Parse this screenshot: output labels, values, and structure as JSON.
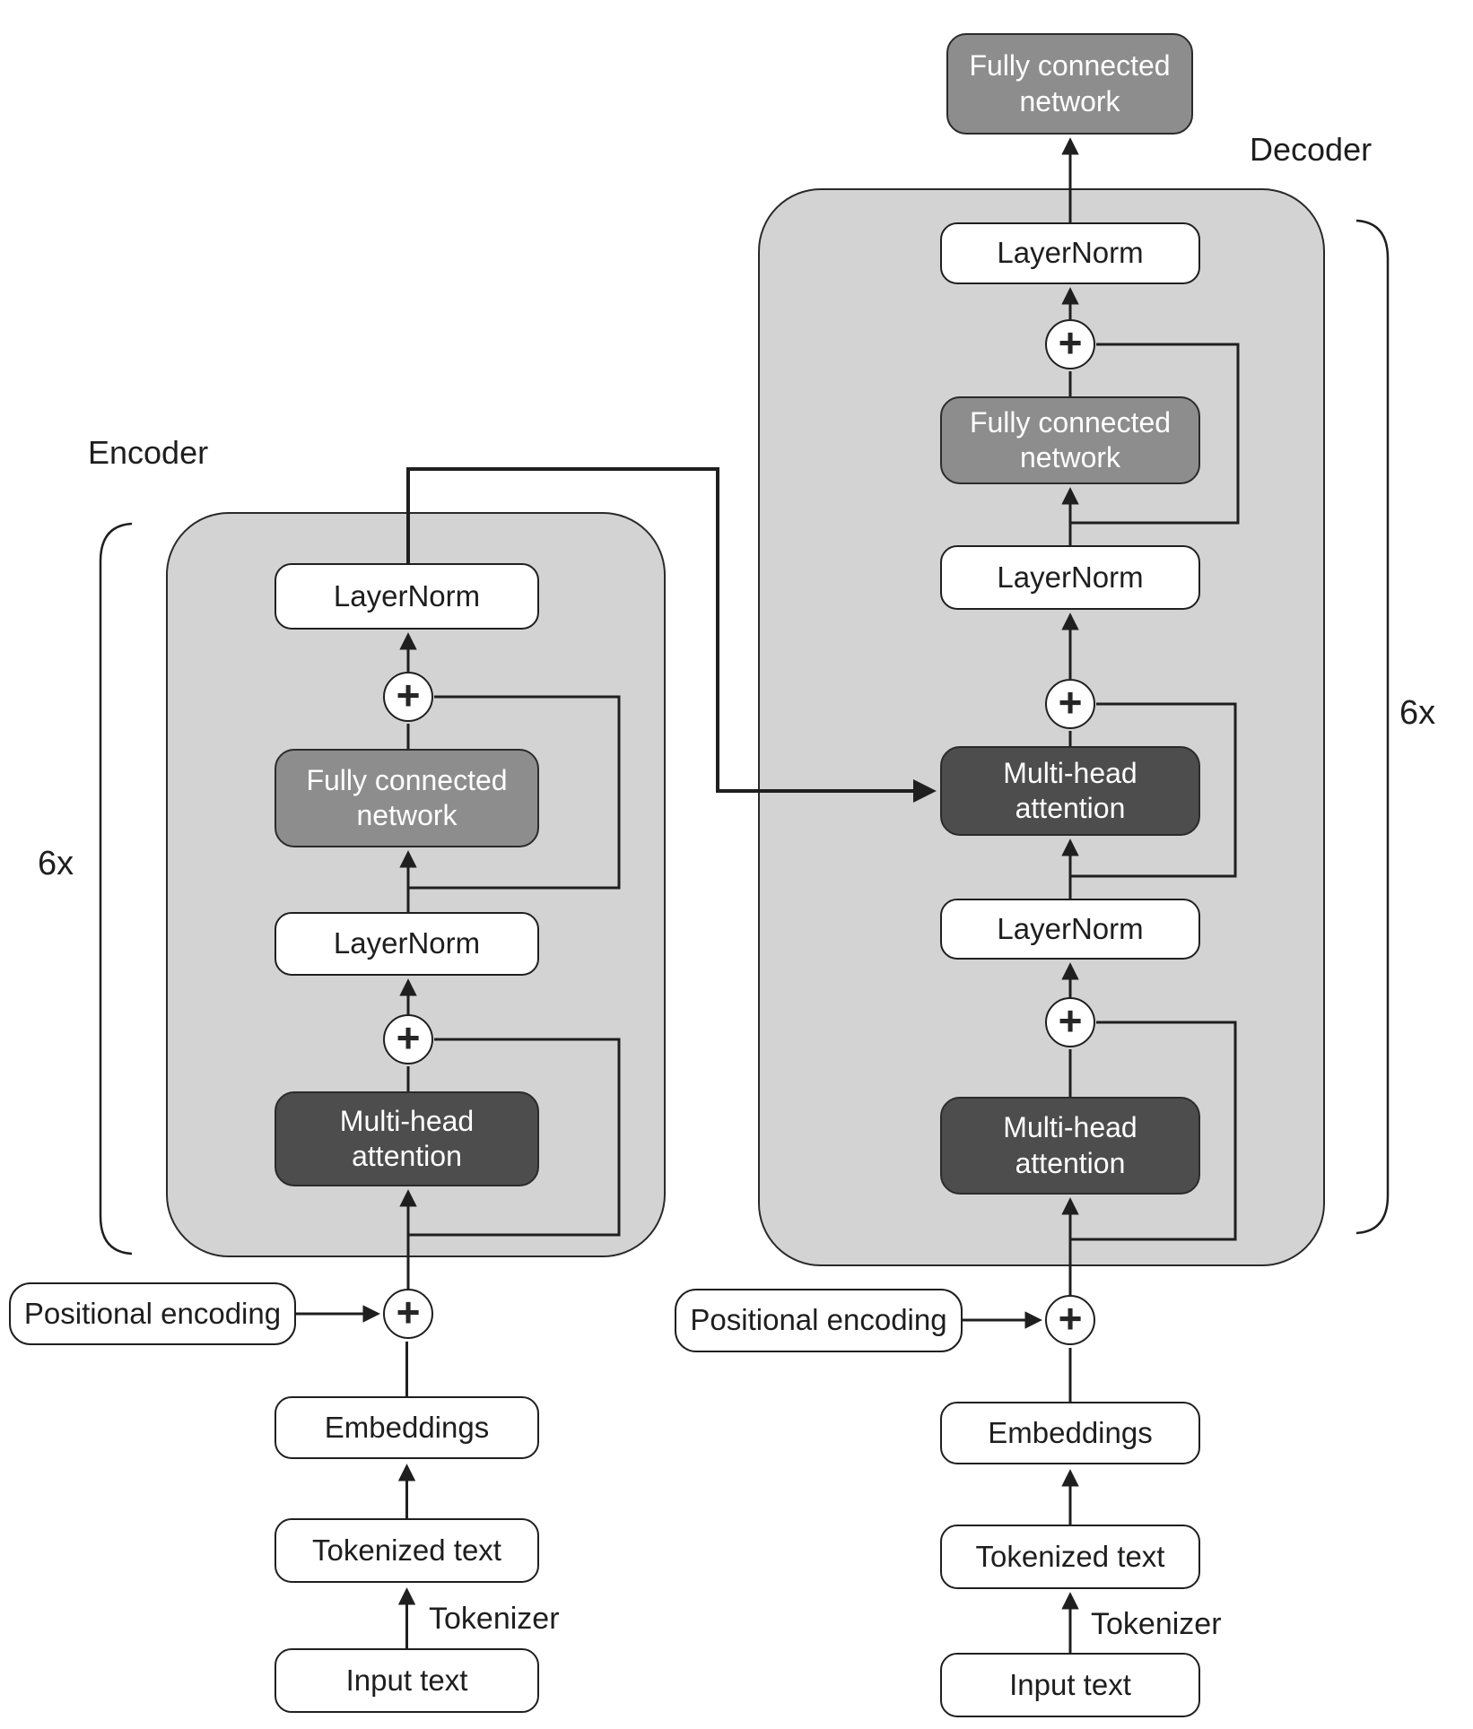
{
  "plus": "+",
  "encoder": {
    "label": "Encoder",
    "repeat": "6x",
    "layers": {
      "layernorm_top": "LayerNorm",
      "ffn": "Fully connected network",
      "layernorm_mid": "LayerNorm",
      "attention": "Multi-head attention"
    },
    "pipeline": {
      "positional": "Positional encoding",
      "embeddings": "Embeddings",
      "tokenized": "Tokenized text",
      "tokenizer": "Tokenizer",
      "input": "Input text"
    }
  },
  "decoder": {
    "label": "Decoder",
    "repeat": "6x",
    "output_head": "Fully connected network",
    "layers": {
      "layernorm_top": "LayerNorm",
      "ffn": "Fully connected network",
      "layernorm_mid": "LayerNorm",
      "cross_attention": "Multi-head attention",
      "layernorm_low": "LayerNorm",
      "self_attention": "Multi-head attention"
    },
    "pipeline": {
      "positional": "Positional encoding",
      "embeddings": "Embeddings",
      "tokenized": "Tokenized text",
      "tokenizer": "Tokenizer",
      "input": "Input text"
    }
  },
  "colors": {
    "container_fill": "#d3d3d3",
    "ffn_fill": "#8d8d8d",
    "attention_fill": "#4d4d4d",
    "line_color": "#1f1f1f",
    "box_fill": "#ffffff"
  }
}
